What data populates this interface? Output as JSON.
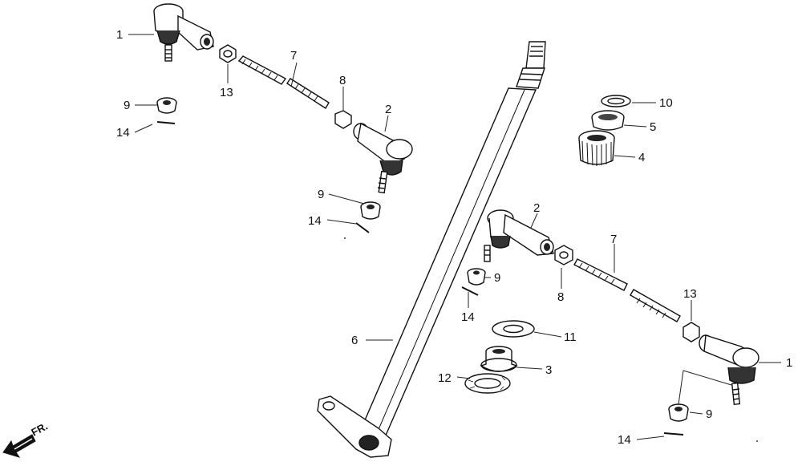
{
  "diagram": {
    "callouts": [
      {
        "id": "c1a",
        "text": "1"
      },
      {
        "id": "c13a",
        "text": "13"
      },
      {
        "id": "c7a",
        "text": "7"
      },
      {
        "id": "c8a",
        "text": "8"
      },
      {
        "id": "c2a",
        "text": "2"
      },
      {
        "id": "c9a",
        "text": "9"
      },
      {
        "id": "c14a",
        "text": "14"
      },
      {
        "id": "c9b",
        "text": "9"
      },
      {
        "id": "c14b",
        "text": "14"
      },
      {
        "id": "c10",
        "text": "10"
      },
      {
        "id": "c5",
        "text": "5"
      },
      {
        "id": "c4",
        "text": "4"
      },
      {
        "id": "c2b",
        "text": "2"
      },
      {
        "id": "c9c",
        "text": "9"
      },
      {
        "id": "c8b",
        "text": "8"
      },
      {
        "id": "c7b",
        "text": "7"
      },
      {
        "id": "c14c",
        "text": "14"
      },
      {
        "id": "c13b",
        "text": "13"
      },
      {
        "id": "c11",
        "text": "11"
      },
      {
        "id": "c1b",
        "text": "1"
      },
      {
        "id": "c6",
        "text": "6"
      },
      {
        "id": "c3",
        "text": "3"
      },
      {
        "id": "c12",
        "text": "12"
      },
      {
        "id": "c9d",
        "text": "9"
      },
      {
        "id": "c14d",
        "text": "14"
      }
    ],
    "front_indicator": "FR."
  }
}
